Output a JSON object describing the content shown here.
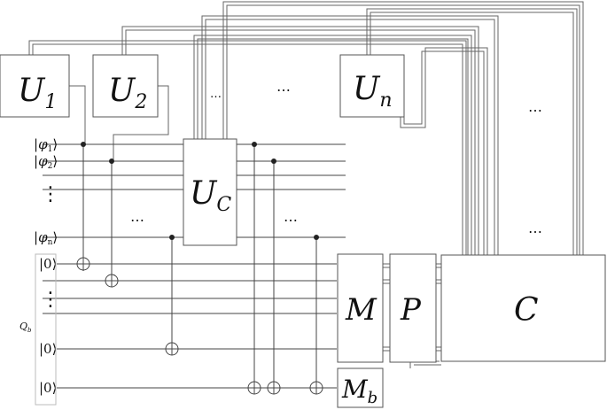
{
  "gates": {
    "u1": {
      "base": "U",
      "sub": "1"
    },
    "u2": {
      "base": "U",
      "sub": "2"
    },
    "un": {
      "base": "U",
      "sub": "n"
    },
    "uc": {
      "base": "U",
      "sub": "C"
    },
    "m": {
      "base": "M"
    },
    "p": {
      "base": "P"
    },
    "c": {
      "base": "C"
    },
    "mb": {
      "base": "M",
      "sub": "b"
    }
  },
  "inputs": {
    "phi1": {
      "sym": "φ",
      "sub": "1"
    },
    "phi2": {
      "sym": "φ",
      "sub": "2"
    },
    "phin": {
      "sym": "φ",
      "sub": "n"
    },
    "zero": "|0⟩",
    "qb": {
      "base": "Q",
      "sub": "b"
    }
  },
  "ellipses": {
    "dots": "…",
    "vdots": "⋮"
  }
}
